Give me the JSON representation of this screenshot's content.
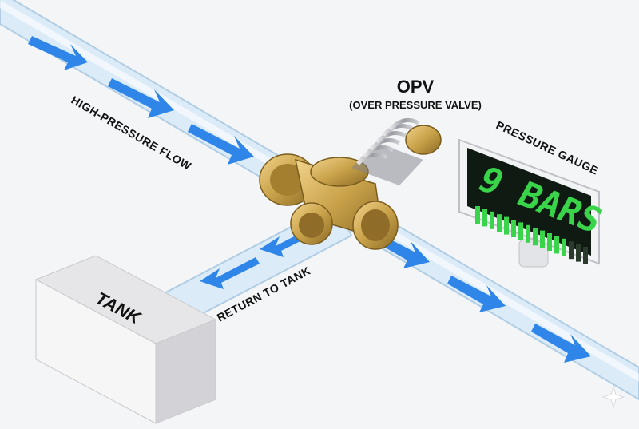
{
  "labels": {
    "opv_title": "OPV",
    "opv_subtitle": "(OVER PRESSURE VALVE)",
    "high_pressure": "HIGH-PRESSURE FLOW",
    "return_to_tank": "RETURN TO TANK",
    "pressure_gauge": "PRESSURE GAUGE",
    "tank": "TANK"
  },
  "gauge": {
    "reading": "9 BARS",
    "level_percent": 80
  },
  "colors": {
    "pipe": "#cfe4f5",
    "arrow": "#2f86e8",
    "brass": "#c9a24a",
    "lcd_bg": "#0f1a12",
    "lcd_on": "#39d44a",
    "lcd_off": "#2a3a2c"
  }
}
